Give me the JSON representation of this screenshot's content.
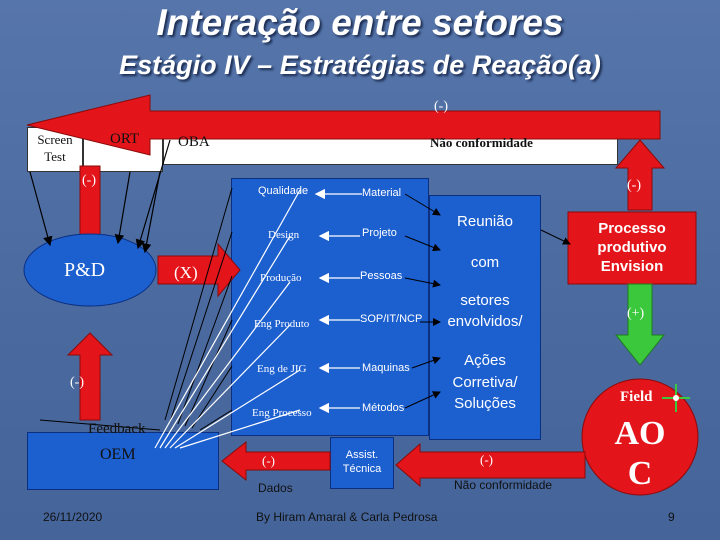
{
  "slide": {
    "title": "Interação entre setores",
    "subtitle": "Estágio IV – Estratégias de Reação(a)",
    "date": "26/11/2020",
    "footer": "By Hiram Amaral & Carla Pedrosa",
    "page_number": "9"
  },
  "diagram": {
    "top_arrow_label": "(-)",
    "screen_test": "Screen Test",
    "ort": "ORT",
    "oba": "OBA",
    "nao_conformidade_top": "Não conformidade",
    "left_upper_arrow_label": "(-)",
    "right_upper_arrow_label": "(-)",
    "pd": "P&D",
    "x_arrow_label": "(X)",
    "setores": [
      "Qualidade",
      "Design",
      "Produção",
      "Eng Produto",
      "Eng de JIG",
      "Eng Processo"
    ],
    "areas": [
      "Material",
      "Projeto",
      "Pessoas",
      "SOP/IT/NCP",
      "Maquinas",
      "Métodos"
    ],
    "reuniao_lines": [
      "Reunião",
      "com",
      "setores",
      "envolvidos/",
      "Ações",
      "Corretiva/",
      "Soluções"
    ],
    "processo": "Processo produtivo Envision",
    "plus_arrow_label": "(+)",
    "field": "Field",
    "aoc_line1": "AO",
    "aoc_line2": "C",
    "left_lower_arrow_label": "(-)",
    "feedback": "Feedback",
    "oem": "OEM",
    "dados_arrow_label": "(-)",
    "dados": "Dados",
    "assist_tecnica": "Assist. Técnica",
    "bottom_arrow_label": "(-)",
    "nao_conformidade_bottom": "Não conformidade"
  },
  "colors": {
    "background": "#4a6da3",
    "red_arrow": "#e4141b",
    "green_arrow": "#3cc83c",
    "blue_box": "#1c5fcf",
    "white_box": "#ffffff"
  }
}
